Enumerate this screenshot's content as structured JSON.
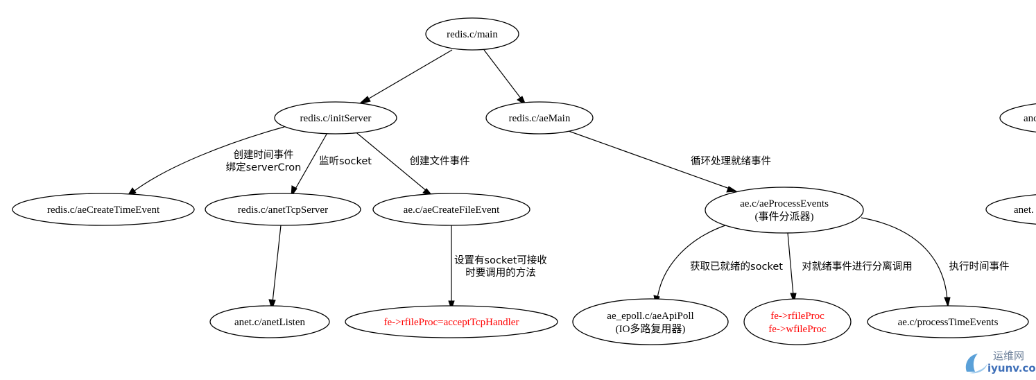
{
  "nodes": {
    "main": [
      "redis.c/main"
    ],
    "initServer": [
      "redis.c/initServer"
    ],
    "aeMain": [
      "redis.c/aeMain"
    ],
    "aeCreateTimeEvent": [
      "redis.c/aeCreateTimeEvent"
    ],
    "anetTcpServer": [
      "redis.c/anetTcpServer"
    ],
    "aeCreateFileEvent": [
      "ae.c/aeCreateFileEvent"
    ],
    "aeProcessEvents": [
      "ae.c/aeProcessEvents",
      "(事件分派器)"
    ],
    "anetListen": [
      "anet.c/anetListen"
    ],
    "acceptTcpHandler": [
      "fe->rfileProc=acceptTcpHandler"
    ],
    "aeApiPoll": [
      "ae_epoll.c/aeApiPoll",
      "(IO多路复用器)"
    ],
    "fileProc": [
      "fe->rfileProc",
      "fe->wfileProc"
    ],
    "processTimeEvents": [
      "ae.c/processTimeEvents"
    ],
    "cutoffTop": [
      "anc"
    ],
    "cutoffBottom": [
      "anet."
    ]
  },
  "edges": {
    "initServer_timeEvent": [
      "创建时间事件",
      "绑定serverCron"
    ],
    "initServer_tcpServer": [
      "监听socket"
    ],
    "initServer_fileEvent": [
      "创建文件事件"
    ],
    "aeMain_processEvents": [
      "循环处理就绪事件"
    ],
    "fileEvent_handler": [
      "设置有socket可接收",
      "时要调用的方法"
    ],
    "process_apiPoll": [
      "获取已就绪的socket"
    ],
    "process_fileProc": [
      "对就绪事件进行分离调用"
    ],
    "process_timeEvents": [
      "执行时间事件"
    ]
  },
  "colors": {
    "highlight": "#ff0000",
    "line": "#000000"
  },
  "watermark": {
    "top": "运维网",
    "bottom": "iyunv.com"
  }
}
